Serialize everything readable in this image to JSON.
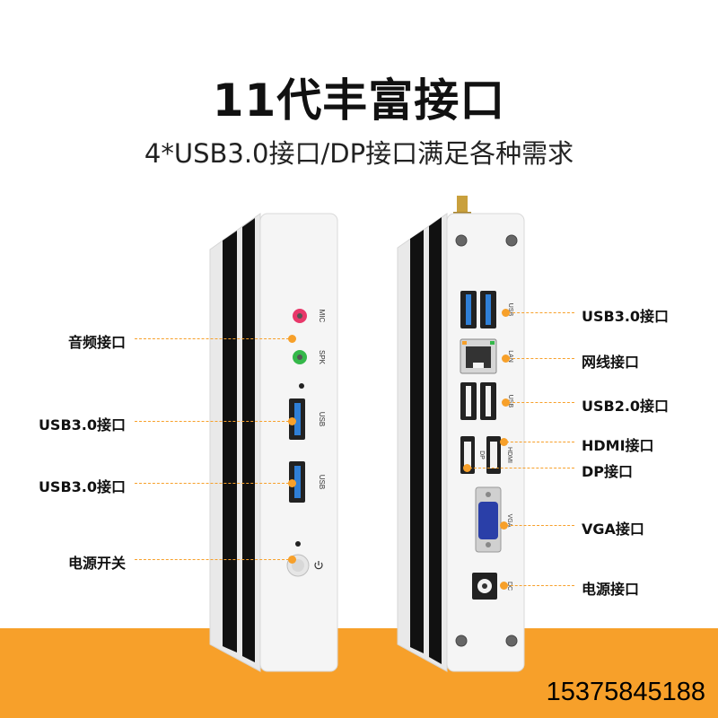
{
  "title": "11代丰富接口",
  "subtitle": "4*USB3.0接口/DP接口满足各种需求",
  "phone": "15375845188",
  "colors": {
    "accent": "#f7a02a",
    "device_body": "#f4f4f4",
    "stripe": "#111111",
    "usb3_blue": "#2f7fd6",
    "mic_pink": "#e8386a",
    "spk_green": "#35b84a"
  },
  "front_panel": {
    "port_labels": [
      "MIC",
      "SPK",
      "USB",
      "USB"
    ],
    "callouts": [
      "音频接口",
      "USB3.0接口",
      "USB3.0接口",
      "电源开关"
    ]
  },
  "rear_panel": {
    "port_labels": [
      "USB",
      "LAN",
      "USB",
      "DP",
      "HDMI",
      "VGA",
      "DC"
    ],
    "callouts": [
      "USB3.0接口",
      "网线接口",
      "USB2.0接口",
      "HDMI接口",
      "DP接口",
      "VGA接口",
      "电源接口"
    ]
  }
}
